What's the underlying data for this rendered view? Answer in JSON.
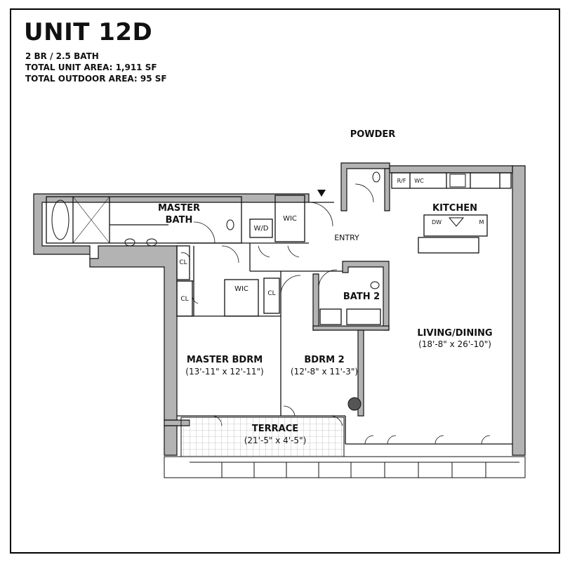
{
  "header": {
    "unit_title": "UNIT 12D",
    "bed_bath": "2 BR / 2.5 BATH",
    "total_area": "TOTAL UNIT AREA: 1,911 SF",
    "outdoor_area": "TOTAL OUTDOOR AREA: 95 SF"
  },
  "rooms": {
    "powder": "POWDER",
    "kitchen": "KITCHEN",
    "master_bath_line1": "MASTER",
    "master_bath_line2": "BATH",
    "entry": "ENTRY",
    "bath2": "BATH 2",
    "living_dining": "LIVING/DINING",
    "living_dining_dims": "(18'-8\" x 26'-10\")",
    "master_bdrm": "MASTER BDRM",
    "master_bdrm_dims": "(13'-11\" x 12'-11\")",
    "bdrm2": "BDRM 2",
    "bdrm2_dims": "(12'-8\" x 11'-3\")",
    "terrace": "TERRACE",
    "terrace_dims": "(21'-5\" x 4'-5\")"
  },
  "fixtures": {
    "wic_1": "WIC",
    "wic_2": "WIC",
    "wd": "W/D",
    "cl_1": "CL",
    "cl_2": "CL",
    "cl_3": "CL",
    "rf": "R/F",
    "wc": "WC",
    "dw": "DW",
    "m": "M"
  },
  "colors": {
    "wall_fill": "#b3b3b3",
    "line": "#111111",
    "terrace_grid": "#9a9a9a"
  }
}
